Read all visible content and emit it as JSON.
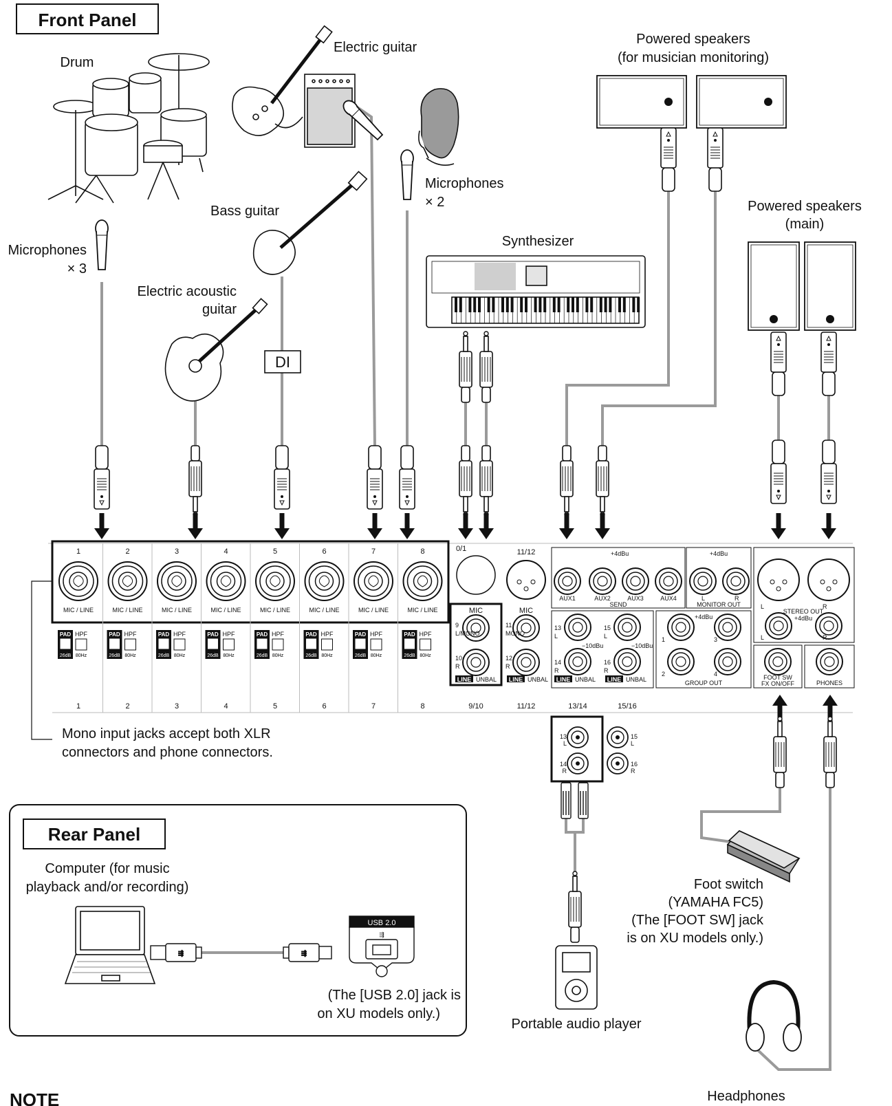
{
  "front_panel": {
    "title": "Front Panel",
    "sources": {
      "drum": "Drum",
      "electric_guitar": "Electric guitar",
      "microphones_2_line1": "Microphones",
      "microphones_2_line2": "× 2",
      "bass_guitar": "Bass guitar",
      "di": "DI",
      "electric_acoustic_line1": "Electric acoustic",
      "electric_acoustic_line2": "guitar",
      "microphones_3_line1": "Microphones",
      "microphones_3_line2": "× 3",
      "synthesizer": "Synthesizer",
      "monitor_speakers_line1": "Powered speakers",
      "monitor_speakers_line2": "(for musician monitoring)",
      "main_speakers_line1": "Powered speakers",
      "main_speakers_line2": "(main)",
      "portable_player": "Portable audio player",
      "foot_switch_line1": "Foot switch",
      "foot_switch_line2": "(YAMAHA FC5)",
      "foot_switch_line3": "(The [FOOT SW] jack",
      "foot_switch_line4": "is on XU models only.)",
      "headphones": "Headphones"
    },
    "note_line1": "Mono input jacks accept both XLR",
    "note_line2": "connectors and phone connectors."
  },
  "mixer": {
    "channels": [
      "1",
      "2",
      "3",
      "4",
      "5",
      "6",
      "7",
      "8"
    ],
    "mic_line": "MIC / LINE",
    "pad": "PAD",
    "pad_db": "26dB",
    "hpf": "HPF",
    "hpf_hz": "80Hz",
    "ch910_partial": "0/1",
    "ch910": "9/10",
    "ch1112": "11/12",
    "ch1314": "13/14",
    "ch1516": "15/16",
    "mic": "MIC",
    "n9": "9",
    "n10": "10",
    "n11": "11",
    "n12": "12",
    "n13": "13",
    "n14": "14",
    "n15": "15",
    "n16": "16",
    "l_mono": "L/MONO",
    "mono": "MONO",
    "l": "L",
    "r": "R",
    "line": "LINE",
    "unbal": "UNBAL",
    "minus10": "−10dBu",
    "plus4": "+4dBu",
    "aux1": "AUX1",
    "aux2": "AUX2",
    "aux3": "AUX3",
    "aux4": "AUX4",
    "send": "SEND",
    "monitor_out": "MONITOR OUT",
    "g1": "1",
    "g2": "2",
    "g3": "3",
    "g4": "4",
    "group_out": "GROUP OUT",
    "stereo_out": "STEREO OUT",
    "foot_sw": "FOOT SW",
    "fx_onoff": "FX ON/OFF",
    "phones": "PHONES"
  },
  "rear_panel": {
    "title": "Rear Panel",
    "computer_line1": "Computer (for music",
    "computer_line2": "playback and/or recording)",
    "usb_label": "USB 2.0",
    "usb_note_line1": "(The [USB 2.0] jack is",
    "usb_note_line2": "on XU models only.)"
  },
  "footer": {
    "note": "NOTE"
  }
}
